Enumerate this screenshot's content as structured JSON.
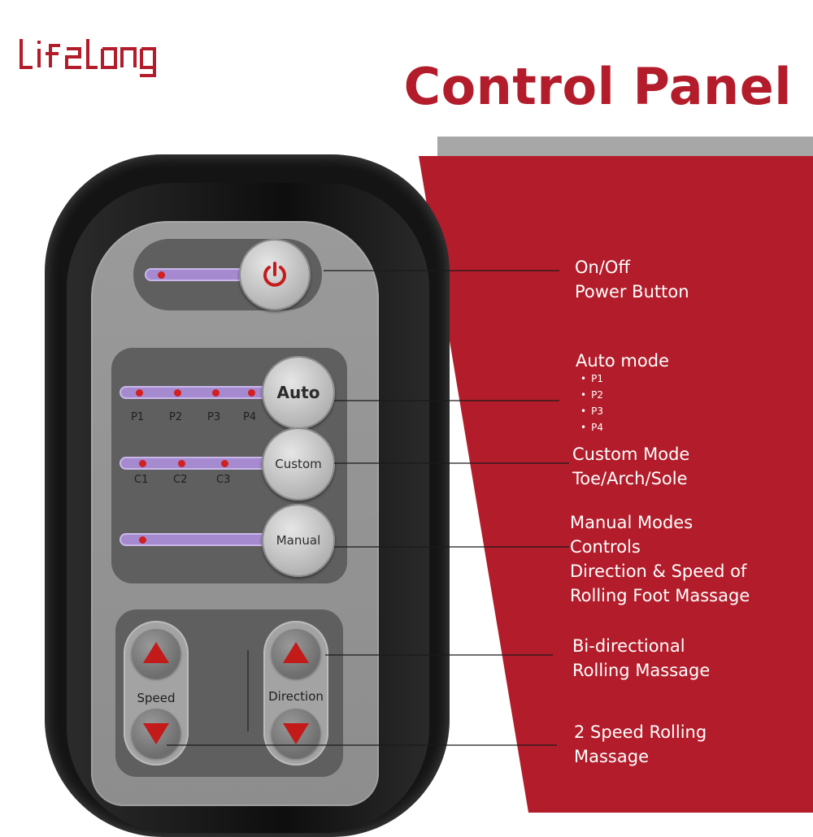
{
  "brand": {
    "name": "Lifelong"
  },
  "heading": "Control Panel",
  "colors": {
    "brand_red": "#b31c2a",
    "panel_grey": "#8f8f8f",
    "led_red": "#d21f1f",
    "strip_purple": "#a58ad0"
  },
  "panel": {
    "power_icon": "power-icon",
    "modes": {
      "auto": {
        "label": "Auto",
        "levels": [
          "P1",
          "P2",
          "P3",
          "P4"
        ]
      },
      "custom": {
        "label": "Custom",
        "levels": [
          "C1",
          "C2",
          "C3"
        ]
      },
      "manual": {
        "label": "Manual"
      }
    },
    "speed_label": "Speed",
    "direction_label": "Direction"
  },
  "callouts": {
    "power": [
      "On/Off",
      "Power Button"
    ],
    "auto": {
      "title": "Auto mode",
      "items": [
        "P1",
        "P2",
        "P3",
        "P4"
      ]
    },
    "custom": [
      "Custom Mode",
      "Toe/Arch/Sole"
    ],
    "manual": [
      "Manual Modes",
      "Controls",
      "Direction & Speed of",
      "Rolling Foot Massage"
    ],
    "direction": [
      "Bi-directional",
      "Rolling Massage"
    ],
    "speed": [
      "2 Speed Rolling",
      "Massage"
    ]
  }
}
